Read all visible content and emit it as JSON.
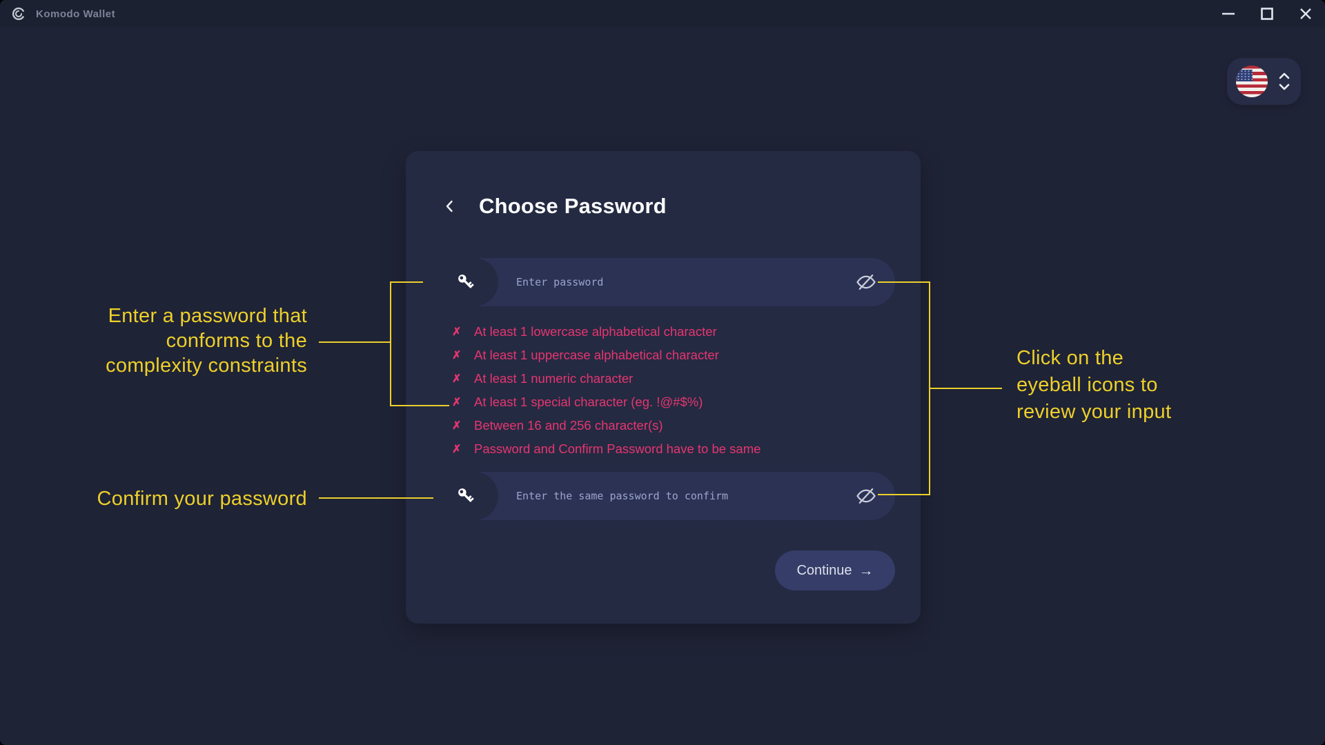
{
  "window": {
    "title": "Komodo Wallet",
    "controls": {
      "minimize": "minimize-icon",
      "maximize": "maximize-icon",
      "close": "close-icon"
    }
  },
  "language_selector": {
    "flag": "us-flag-icon",
    "chevrons": "up-down-chevrons-icon"
  },
  "dialog": {
    "back_icon": "back-chevron-icon",
    "title": "Choose Password",
    "password_input": {
      "placeholder": "Enter password",
      "left_icon": "key-icon",
      "right_icon": "eye-off-icon"
    },
    "x_mark": "✗",
    "requirements": [
      "At least 1 lowercase alphabetical character",
      "At least 1 uppercase alphabetical character",
      "At least 1 numeric character",
      "At least 1 special character (eg. !@#$%)",
      "Between 16 and 256 character(s)",
      "Password and Confirm Password have to be same"
    ],
    "confirm_input": {
      "placeholder": "Enter the same password to confirm",
      "left_icon": "key-icon",
      "right_icon": "eye-off-icon"
    },
    "continue_button": {
      "label": "Continue",
      "arrow": "→"
    }
  },
  "annotations": {
    "password_note": {
      "lines": [
        "Enter a password that",
        "conforms to the",
        "complexity constraints"
      ]
    },
    "confirm_note": {
      "text": "Confirm your password"
    },
    "eyeball_note": {
      "lines": [
        "Click on the",
        "eyeball icons to",
        "review your input"
      ]
    }
  },
  "colors": {
    "background": "#1F2336",
    "titlebar": "#1C2132",
    "card": "#242A42",
    "input": "#2C3254",
    "input_icon_pill": "#232A42",
    "placeholder": "#9AA5CE",
    "error_pink": "#E73570",
    "annotation_yellow": "#EDD02A",
    "button": "#353D68"
  }
}
